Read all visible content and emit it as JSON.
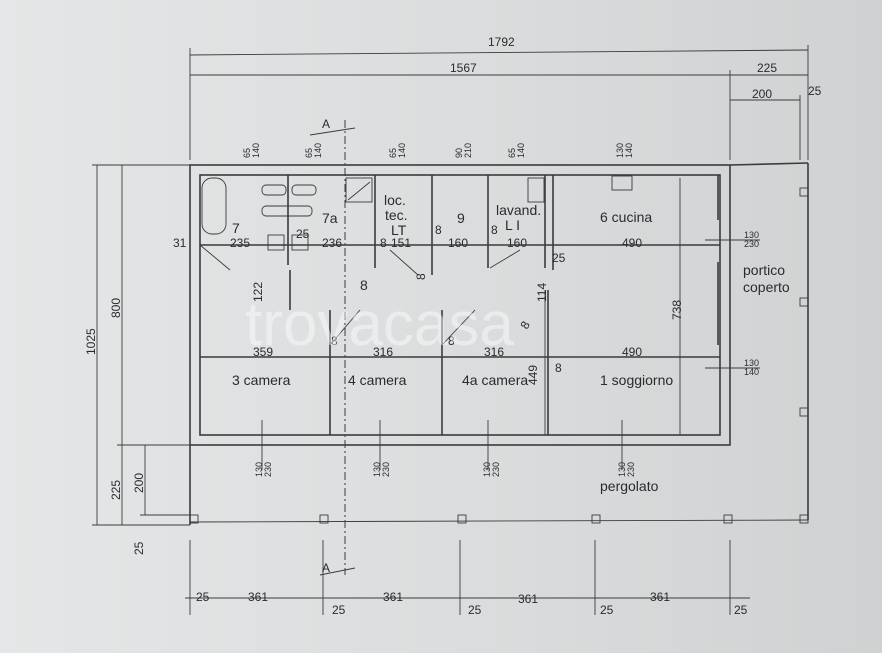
{
  "plan": {
    "overall_dims": {
      "total_width": "1792",
      "house_width": "1567",
      "porch_width": "225",
      "porch_inner": "200",
      "porch_post": "25"
    },
    "left_dims": {
      "total_depth": "1025",
      "house_depth": "800",
      "pergola_depth": "225",
      "pergola_inner": "200",
      "post": "25"
    },
    "bottom_dims": [
      "25",
      "361",
      "25",
      "361",
      "25",
      "361",
      "25",
      "361",
      "25"
    ],
    "section_marker": "A",
    "windows_top": [
      {
        "w": "65",
        "h": "140"
      },
      {
        "w": "65",
        "h": "140"
      },
      {
        "w": "65",
        "h": "140"
      },
      {
        "w": "90",
        "h": "210"
      },
      {
        "w": "65",
        "h": "140"
      },
      {
        "w": "130",
        "h": "140"
      }
    ],
    "windows_bottom": [
      {
        "w": "130",
        "h": "230"
      },
      {
        "w": "130",
        "h": "230"
      },
      {
        "w": "130",
        "h": "230"
      },
      {
        "w": "130",
        "h": "230"
      }
    ],
    "windows_right": [
      {
        "w": "130",
        "h": "230"
      },
      {
        "w": "130",
        "h": "140"
      }
    ],
    "rooms": {
      "bath7": "7",
      "bath7a": "7a",
      "tech_1": "loc.",
      "tech_2": "tec.",
      "tech_3": "LT",
      "room9": "9",
      "laundry_1": "lavand.",
      "laundry_2": "L  I",
      "kitchen": "6  cucina",
      "hall": "8",
      "bed3": "3  camera",
      "bed4": "4  camera",
      "bed4a": "4a  camera",
      "living": "1  soggiorno",
      "porch_1": "portico",
      "porch_2": "coperto",
      "pergola": "pergolato"
    },
    "inner_dims": {
      "row1": [
        "31",
        "235",
        "25",
        "236",
        "8",
        "151",
        "8",
        "160",
        "8",
        "160",
        "490",
        "25"
      ],
      "row2": [
        "359",
        "316",
        "316",
        "490"
      ],
      "v122": "122",
      "v114": "114",
      "v738": "738",
      "v449": "449",
      "eights": [
        "8",
        "8",
        "8",
        "8",
        "8"
      ]
    },
    "watermark": "trovacasa"
  }
}
